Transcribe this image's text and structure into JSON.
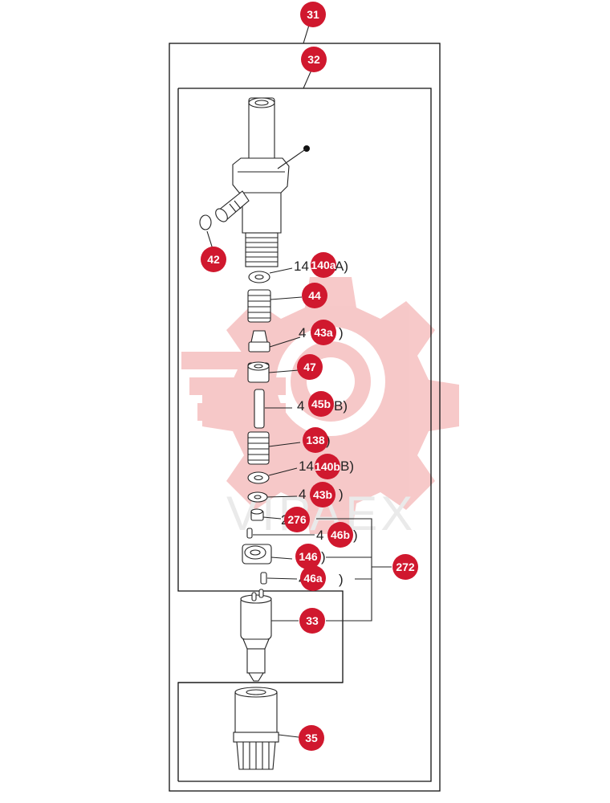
{
  "watermark": {
    "text": "VIPAEX"
  },
  "callouts": {
    "c31": "31",
    "c32": "32",
    "c42": "42",
    "c140a": "140a",
    "c44": "44",
    "c43a": "43a",
    "c47": "47",
    "c45b": "45b",
    "c138": "138",
    "c140b": "140b",
    "c43b": "43b",
    "c276": "276",
    "c46b": "46b",
    "c146": "146",
    "c46a": "46a",
    "c272": "272",
    "c33": "33",
    "c35": "35"
  },
  "legacy_labels": {
    "l140a_pre": "14",
    "l140a_post": "A)",
    "l43a_pre": "4",
    "l43a_post": ")",
    "l45b_pre": "4",
    "l45b_post": "B)",
    "l138_post": ")",
    "l140b_pre": "14",
    "l140b_post": "B)",
    "l43b_pre": "4",
    "l43b_post": ")",
    "l276_pre": "2",
    "l46b_pre": "4",
    "l46b_post": ")",
    "l146_post": ")",
    "l46a_pre": "4",
    "l46a_post": ")"
  },
  "colors": {
    "callout": "#d0182e",
    "watermark": "#f6c3c3",
    "line": "#222222"
  }
}
